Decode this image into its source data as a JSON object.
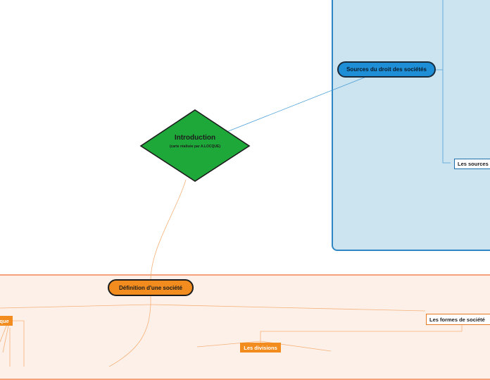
{
  "map": {
    "central": {
      "title": "Introduction",
      "subtitle": "(carte réalisée par A.LOCQUE)"
    },
    "sources_node": {
      "label": "Sources du droit des sociétés"
    },
    "sources_child": {
      "label": "Les sources"
    },
    "definition_node": {
      "label": "Définition d'une société"
    },
    "formes_node": {
      "label": "Les formes de société"
    },
    "divisions_node": {
      "label": "Les divisions"
    },
    "left_cut_node": {
      "label": "que"
    }
  },
  "colors": {
    "central_fill": "#1fa83a",
    "blue_region": "#cce3f0",
    "blue_border": "#2f86c4",
    "blue_node": "#1e8ed6",
    "orange_region": "#fdf0e9",
    "orange_border": "#f5a27a",
    "orange_node": "#f28c1e"
  }
}
